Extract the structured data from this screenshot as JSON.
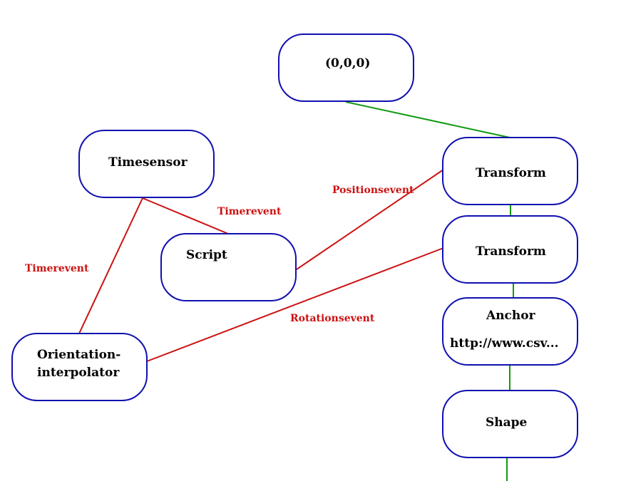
{
  "colors": {
    "node_border": "#1010b0",
    "data_link": "#cc1111",
    "tree_link": "#119911",
    "label_text": "#cc1111"
  },
  "nodes": {
    "origin": "(0,0,0)",
    "timesensor": "Timesensor",
    "script": "Script",
    "orientation_interpolator": {
      "line1": "Orientation-",
      "line2": "interpolator"
    },
    "transform_1": "Transform",
    "transform_2": "Transform",
    "anchor": {
      "title": "Anchor",
      "url": "http://www.csv..."
    },
    "shape": "Shape"
  },
  "edge_labels": {
    "timerevent_script": "Timerevent",
    "timerevent_interpolator": "Timerevent",
    "positionsevent": "Positionsevent",
    "rotationsevent": "Rotationsevent"
  }
}
